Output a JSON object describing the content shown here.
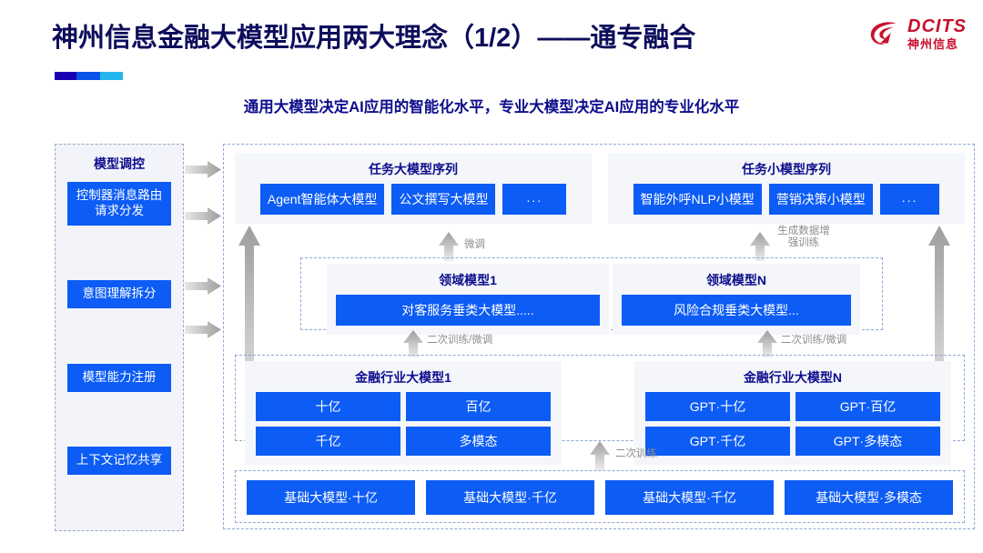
{
  "header": {
    "title": "神州信息金融大模型应用两大理念（1/2）——通专融合",
    "subtitle": "通用大模型决定AI应用的智能化水平，专业大模型决定AI应用的专业化水平",
    "logo_en": "DCITS",
    "logo_cn": "神州信息",
    "accent_colors": [
      "#1a00b0",
      "#0a52e8",
      "#22b6ec"
    ]
  },
  "colors": {
    "chip_blue": "#0c5cf5",
    "title_navy": "#0d0d5c",
    "subtitle_navy": "#0d0d8c",
    "logo_red": "#c8102e",
    "panel_bg": "#f4f6fa",
    "dash_border": "#8fa6d8",
    "arrow_gray": "#a8a8a8"
  },
  "control_column": {
    "title": "模型调控",
    "items": [
      "控制器消息路由请求分发",
      "意图理解拆分",
      "模型能力注册",
      "上下文记忆共享"
    ]
  },
  "task_panels": [
    {
      "title": "任务大模型序列",
      "chips": [
        "Agent智能体大模型",
        "公文撰写大模型",
        "..."
      ]
    },
    {
      "title": "任务小模型序列",
      "chips": [
        "智能外呼NLP小模型",
        "营销决策小模型",
        "..."
      ]
    }
  ],
  "domain_panels": [
    {
      "title": "领域模型1",
      "chip": "对客服务垂类大模型....."
    },
    {
      "title": "领域模型N",
      "chip": "风险合规垂类大模型..."
    }
  ],
  "industry_panels": [
    {
      "title": "金融行业大模型1",
      "chips": [
        "十亿",
        "百亿",
        "千亿",
        "多模态"
      ]
    },
    {
      "title": "金融行业大模型N",
      "chips": [
        "GPT·十亿",
        "GPT·百亿",
        "GPT·千亿",
        "GPT·多模态"
      ]
    }
  ],
  "foundation": {
    "chips": [
      "基础大模型·十亿",
      "基础大模型·千亿",
      "基础大模型·千亿",
      "基础大模型·多模态"
    ]
  },
  "arrow_labels": {
    "finetune": "微调",
    "gen_data_aug": "生成数据增强训练",
    "retrain_finetune_left": "二次训练/微调",
    "retrain_finetune_right": "二次训练/微调",
    "retrain": "二次训练"
  }
}
